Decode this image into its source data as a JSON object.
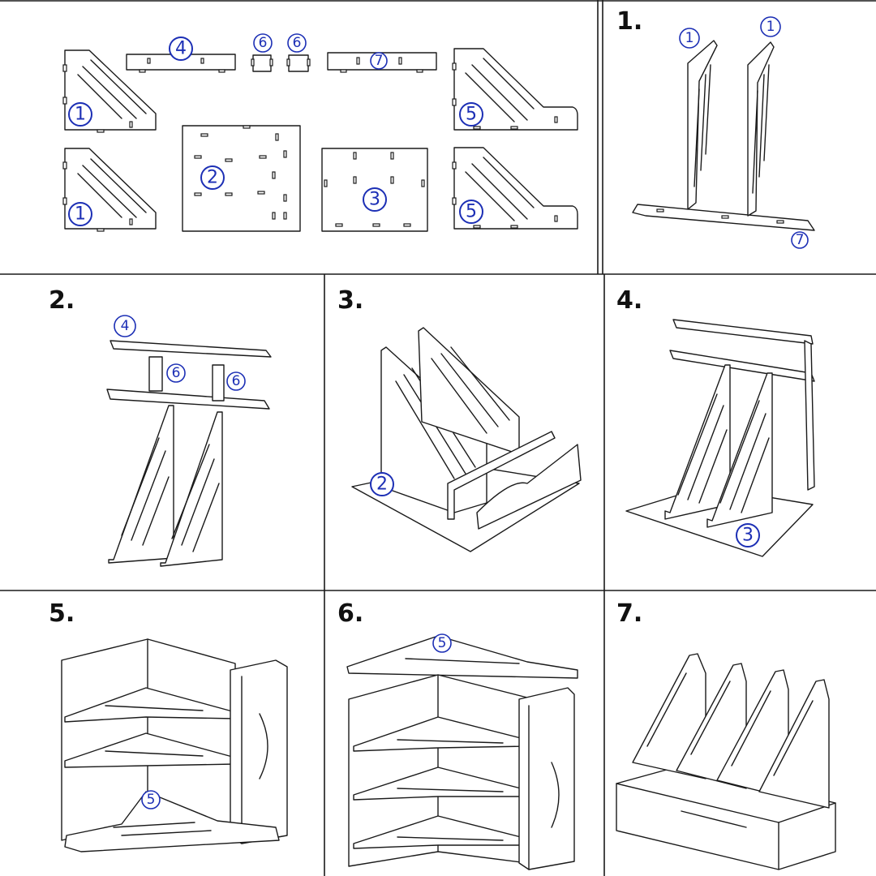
{
  "steps": {
    "s1": "1.",
    "s2": "2.",
    "s3": "3.",
    "s4": "4.",
    "s5": "5.",
    "s6": "6.",
    "s7": "7."
  },
  "part_labels": {
    "p1": "1",
    "p2": "2",
    "p3": "3",
    "p4": "4",
    "p5": "5",
    "p6": "6",
    "p7": "7"
  },
  "colors": {
    "line": "#1a1a1a",
    "label": "#1c2fb5",
    "background": "#ffffff"
  }
}
